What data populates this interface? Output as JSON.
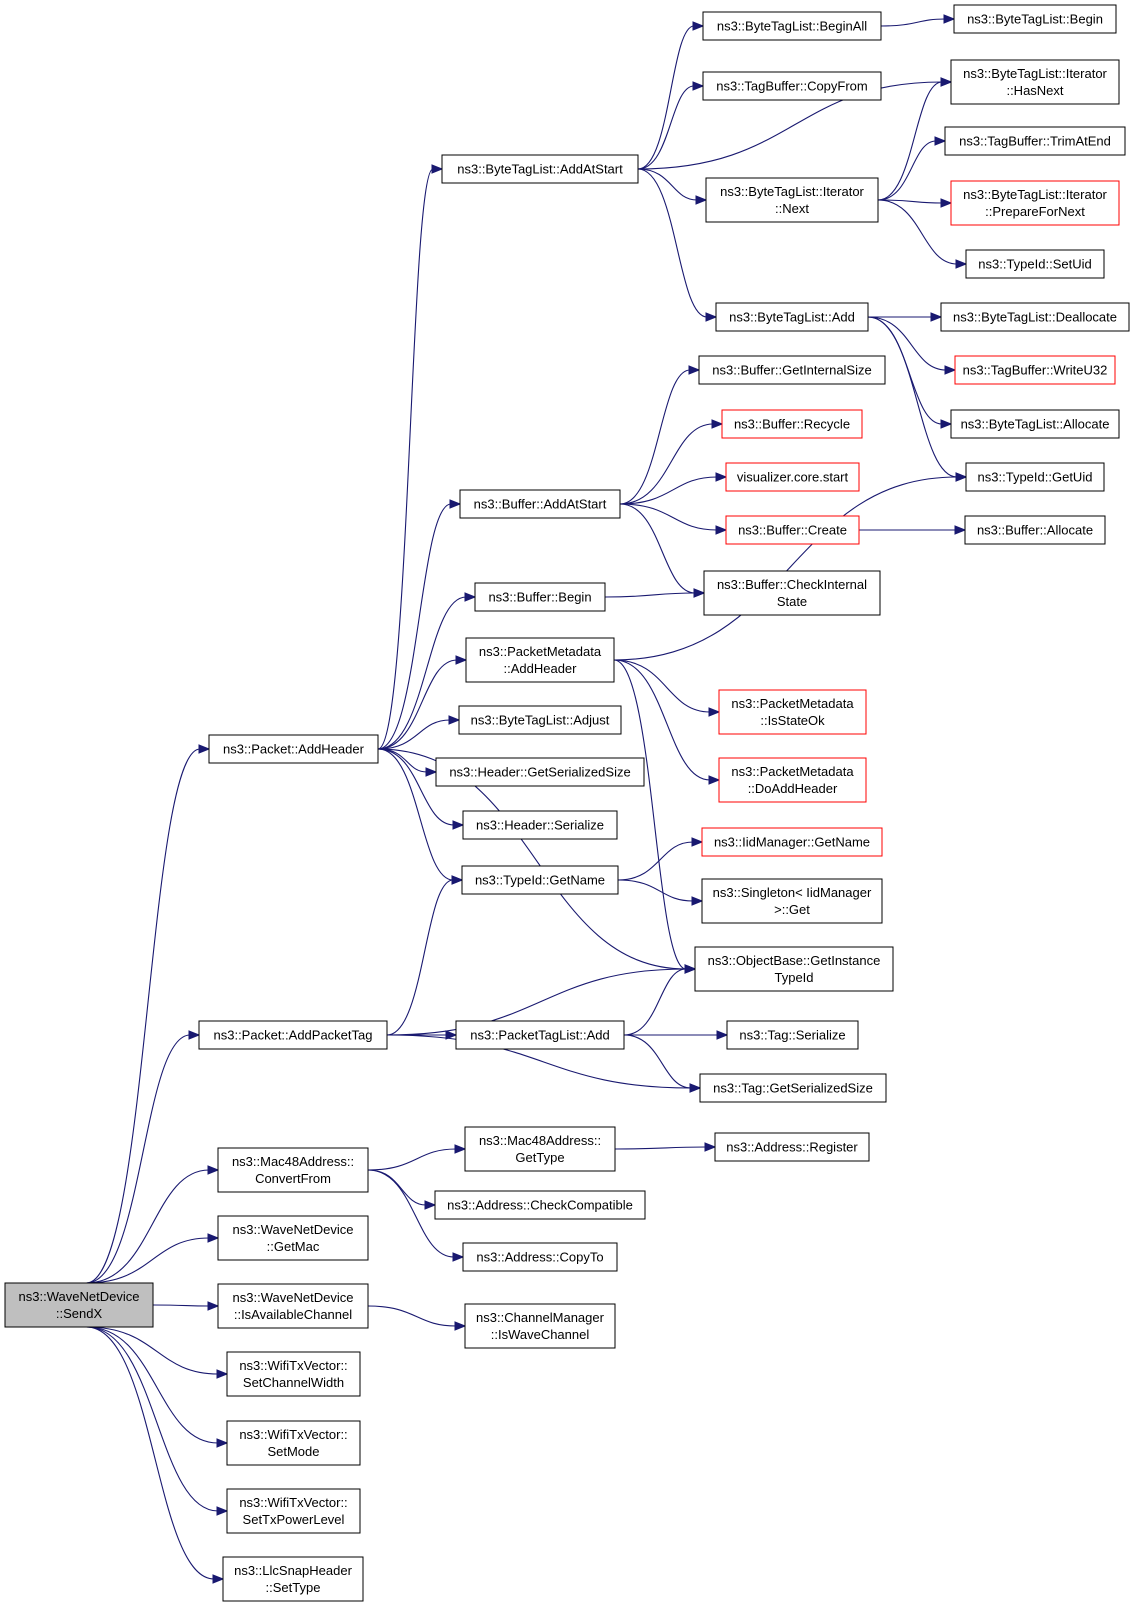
{
  "nodes": [
    {
      "id": "sendx",
      "lines": [
        "ns3::WaveNetDevice",
        "::SendX"
      ],
      "style": "root"
    },
    {
      "id": "p_addheader",
      "lines": [
        "ns3::Packet::AddHeader"
      ],
      "style": "normal"
    },
    {
      "id": "p_addpackettag",
      "lines": [
        "ns3::Packet::AddPacketTag"
      ],
      "style": "normal"
    },
    {
      "id": "mac48_convertfrom",
      "lines": [
        "ns3::Mac48Address::",
        "ConvertFrom"
      ],
      "style": "normal"
    },
    {
      "id": "wnd_getmac",
      "lines": [
        "ns3::WaveNetDevice",
        "::GetMac"
      ],
      "style": "normal"
    },
    {
      "id": "wnd_isavailable",
      "lines": [
        "ns3::WaveNetDevice",
        "::IsAvailableChannel"
      ],
      "style": "normal"
    },
    {
      "id": "wtv_setchannelwidth",
      "lines": [
        "ns3::WifiTxVector::",
        "SetChannelWidth"
      ],
      "style": "normal"
    },
    {
      "id": "wtv_setmode",
      "lines": [
        "ns3::WifiTxVector::",
        "SetMode"
      ],
      "style": "normal"
    },
    {
      "id": "wtv_settxpower",
      "lines": [
        "ns3::WifiTxVector::",
        "SetTxPowerLevel"
      ],
      "style": "normal"
    },
    {
      "id": "llc_settype",
      "lines": [
        "ns3::LlcSnapHeader",
        "::SetType"
      ],
      "style": "normal"
    },
    {
      "id": "btl_addatstart",
      "lines": [
        "ns3::ByteTagList::AddAtStart"
      ],
      "style": "normal"
    },
    {
      "id": "buf_addatstart",
      "lines": [
        "ns3::Buffer::AddAtStart"
      ],
      "style": "normal"
    },
    {
      "id": "buf_begin",
      "lines": [
        "ns3::Buffer::Begin"
      ],
      "style": "normal"
    },
    {
      "id": "pm_addheader",
      "lines": [
        "ns3::PacketMetadata",
        "::AddHeader"
      ],
      "style": "normal"
    },
    {
      "id": "btl_adjust",
      "lines": [
        "ns3::ByteTagList::Adjust"
      ],
      "style": "normal"
    },
    {
      "id": "hdr_getser",
      "lines": [
        "ns3::Header::GetSerializedSize"
      ],
      "style": "normal"
    },
    {
      "id": "hdr_ser",
      "lines": [
        "ns3::Header::Serialize"
      ],
      "style": "normal"
    },
    {
      "id": "tid_getname",
      "lines": [
        "ns3::TypeId::GetName"
      ],
      "style": "normal"
    },
    {
      "id": "ptl_add",
      "lines": [
        "ns3::PacketTagList::Add"
      ],
      "style": "normal"
    },
    {
      "id": "mac48_gettype",
      "lines": [
        "ns3::Mac48Address::",
        "GetType"
      ],
      "style": "normal"
    },
    {
      "id": "addr_checkcompat",
      "lines": [
        "ns3::Address::CheckCompatible"
      ],
      "style": "normal"
    },
    {
      "id": "addr_copyto",
      "lines": [
        "ns3::Address::CopyTo"
      ],
      "style": "normal"
    },
    {
      "id": "cm_iswave",
      "lines": [
        "ns3::ChannelManager",
        "::IsWaveChannel"
      ],
      "style": "normal"
    },
    {
      "id": "btl_beginall",
      "lines": [
        "ns3::ByteTagList::BeginAll"
      ],
      "style": "normal"
    },
    {
      "id": "tb_copyfrom",
      "lines": [
        "ns3::TagBuffer::CopyFrom"
      ],
      "style": "normal"
    },
    {
      "id": "btli_next",
      "lines": [
        "ns3::ByteTagList::Iterator",
        "::Next"
      ],
      "style": "normal"
    },
    {
      "id": "btl_add",
      "lines": [
        "ns3::ByteTagList::Add"
      ],
      "style": "normal"
    },
    {
      "id": "buf_getinternal",
      "lines": [
        "ns3::Buffer::GetInternalSize"
      ],
      "style": "normal"
    },
    {
      "id": "buf_recycle",
      "lines": [
        "ns3::Buffer::Recycle"
      ],
      "style": "red"
    },
    {
      "id": "vis_start",
      "lines": [
        "visualizer.core.start"
      ],
      "style": "red"
    },
    {
      "id": "buf_create",
      "lines": [
        "ns3::Buffer::Create"
      ],
      "style": "red"
    },
    {
      "id": "buf_checkinternal",
      "lines": [
        "ns3::Buffer::CheckInternal",
        "State"
      ],
      "style": "normal"
    },
    {
      "id": "pm_isstateok",
      "lines": [
        "ns3::PacketMetadata",
        "::IsStateOk"
      ],
      "style": "red"
    },
    {
      "id": "pm_doaddheader",
      "lines": [
        "ns3::PacketMetadata",
        "::DoAddHeader"
      ],
      "style": "red"
    },
    {
      "id": "iid_getname",
      "lines": [
        "ns3::IidManager::GetName"
      ],
      "style": "red"
    },
    {
      "id": "singleton_get",
      "lines": [
        "ns3::Singleton< IidManager",
        ">::Get"
      ],
      "style": "normal"
    },
    {
      "id": "ob_getinstance",
      "lines": [
        "ns3::ObjectBase::GetInstance",
        "TypeId"
      ],
      "style": "normal"
    },
    {
      "id": "tag_serialize",
      "lines": [
        "ns3::Tag::Serialize"
      ],
      "style": "normal"
    },
    {
      "id": "tag_getser",
      "lines": [
        "ns3::Tag::GetSerializedSize"
      ],
      "style": "normal"
    },
    {
      "id": "addr_register",
      "lines": [
        "ns3::Address::Register"
      ],
      "style": "normal"
    },
    {
      "id": "btl_begin",
      "lines": [
        "ns3::ByteTagList::Begin"
      ],
      "style": "normal"
    },
    {
      "id": "btli_hasnext",
      "lines": [
        "ns3::ByteTagList::Iterator",
        "::HasNext"
      ],
      "style": "normal"
    },
    {
      "id": "tb_trimatend",
      "lines": [
        "ns3::TagBuffer::TrimAtEnd"
      ],
      "style": "normal"
    },
    {
      "id": "btli_prepare",
      "lines": [
        "ns3::ByteTagList::Iterator",
        "::PrepareForNext"
      ],
      "style": "red"
    },
    {
      "id": "tid_setuid",
      "lines": [
        "ns3::TypeId::SetUid"
      ],
      "style": "normal"
    },
    {
      "id": "btl_dealloc",
      "lines": [
        "ns3::ByteTagList::Deallocate"
      ],
      "style": "normal"
    },
    {
      "id": "tb_writeu32",
      "lines": [
        "ns3::TagBuffer::WriteU32"
      ],
      "style": "red"
    },
    {
      "id": "btl_allocate",
      "lines": [
        "ns3::ByteTagList::Allocate"
      ],
      "style": "normal"
    },
    {
      "id": "tid_getuid",
      "lines": [
        "ns3::TypeId::GetUid"
      ],
      "style": "normal"
    },
    {
      "id": "buf_allocate",
      "lines": [
        "ns3::Buffer::Allocate"
      ],
      "style": "normal"
    }
  ],
  "edges": [
    [
      "sendx",
      "p_addheader"
    ],
    [
      "sendx",
      "p_addpackettag"
    ],
    [
      "sendx",
      "mac48_convertfrom"
    ],
    [
      "sendx",
      "wnd_getmac"
    ],
    [
      "sendx",
      "wnd_isavailable"
    ],
    [
      "sendx",
      "wtv_setchannelwidth"
    ],
    [
      "sendx",
      "wtv_setmode"
    ],
    [
      "sendx",
      "wtv_settxpower"
    ],
    [
      "sendx",
      "llc_settype"
    ],
    [
      "p_addheader",
      "btl_addatstart"
    ],
    [
      "p_addheader",
      "buf_addatstart"
    ],
    [
      "p_addheader",
      "buf_begin"
    ],
    [
      "p_addheader",
      "pm_addheader"
    ],
    [
      "p_addheader",
      "btl_adjust"
    ],
    [
      "p_addheader",
      "hdr_getser"
    ],
    [
      "p_addheader",
      "hdr_ser"
    ],
    [
      "p_addheader",
      "tid_getname"
    ],
    [
      "p_addheader",
      "ob_getinstance"
    ],
    [
      "btl_addatstart",
      "btl_beginall"
    ],
    [
      "btl_addatstart",
      "tb_copyfrom"
    ],
    [
      "btl_addatstart",
      "btli_hasnext"
    ],
    [
      "btl_addatstart",
      "btli_next"
    ],
    [
      "btl_addatstart",
      "btl_add"
    ],
    [
      "btl_beginall",
      "btl_begin"
    ],
    [
      "btli_next",
      "btli_hasnext"
    ],
    [
      "btli_next",
      "tb_trimatend"
    ],
    [
      "btli_next",
      "btli_prepare"
    ],
    [
      "btli_next",
      "tid_setuid"
    ],
    [
      "btl_add",
      "btl_dealloc"
    ],
    [
      "btl_add",
      "tb_writeu32"
    ],
    [
      "btl_add",
      "btl_allocate"
    ],
    [
      "btl_add",
      "tid_getuid"
    ],
    [
      "buf_addatstart",
      "buf_getinternal"
    ],
    [
      "buf_addatstart",
      "buf_recycle"
    ],
    [
      "buf_addatstart",
      "vis_start"
    ],
    [
      "buf_addatstart",
      "buf_create"
    ],
    [
      "buf_addatstart",
      "buf_checkinternal"
    ],
    [
      "buf_create",
      "buf_allocate"
    ],
    [
      "buf_begin",
      "buf_checkinternal"
    ],
    [
      "pm_addheader",
      "tid_getuid"
    ],
    [
      "pm_addheader",
      "pm_isstateok"
    ],
    [
      "pm_addheader",
      "pm_doaddheader"
    ],
    [
      "pm_addheader",
      "ob_getinstance"
    ],
    [
      "tid_getname",
      "iid_getname"
    ],
    [
      "tid_getname",
      "singleton_get"
    ],
    [
      "p_addpackettag",
      "tid_getname"
    ],
    [
      "p_addpackettag",
      "ob_getinstance"
    ],
    [
      "p_addpackettag",
      "ptl_add"
    ],
    [
      "p_addpackettag",
      "tag_getser"
    ],
    [
      "ptl_add",
      "ob_getinstance"
    ],
    [
      "ptl_add",
      "tag_serialize"
    ],
    [
      "ptl_add",
      "tag_getser"
    ],
    [
      "mac48_convertfrom",
      "mac48_gettype"
    ],
    [
      "mac48_convertfrom",
      "addr_checkcompat"
    ],
    [
      "mac48_convertfrom",
      "addr_copyto"
    ],
    [
      "mac48_gettype",
      "addr_register"
    ],
    [
      "wnd_isavailable",
      "cm_iswave"
    ]
  ]
}
